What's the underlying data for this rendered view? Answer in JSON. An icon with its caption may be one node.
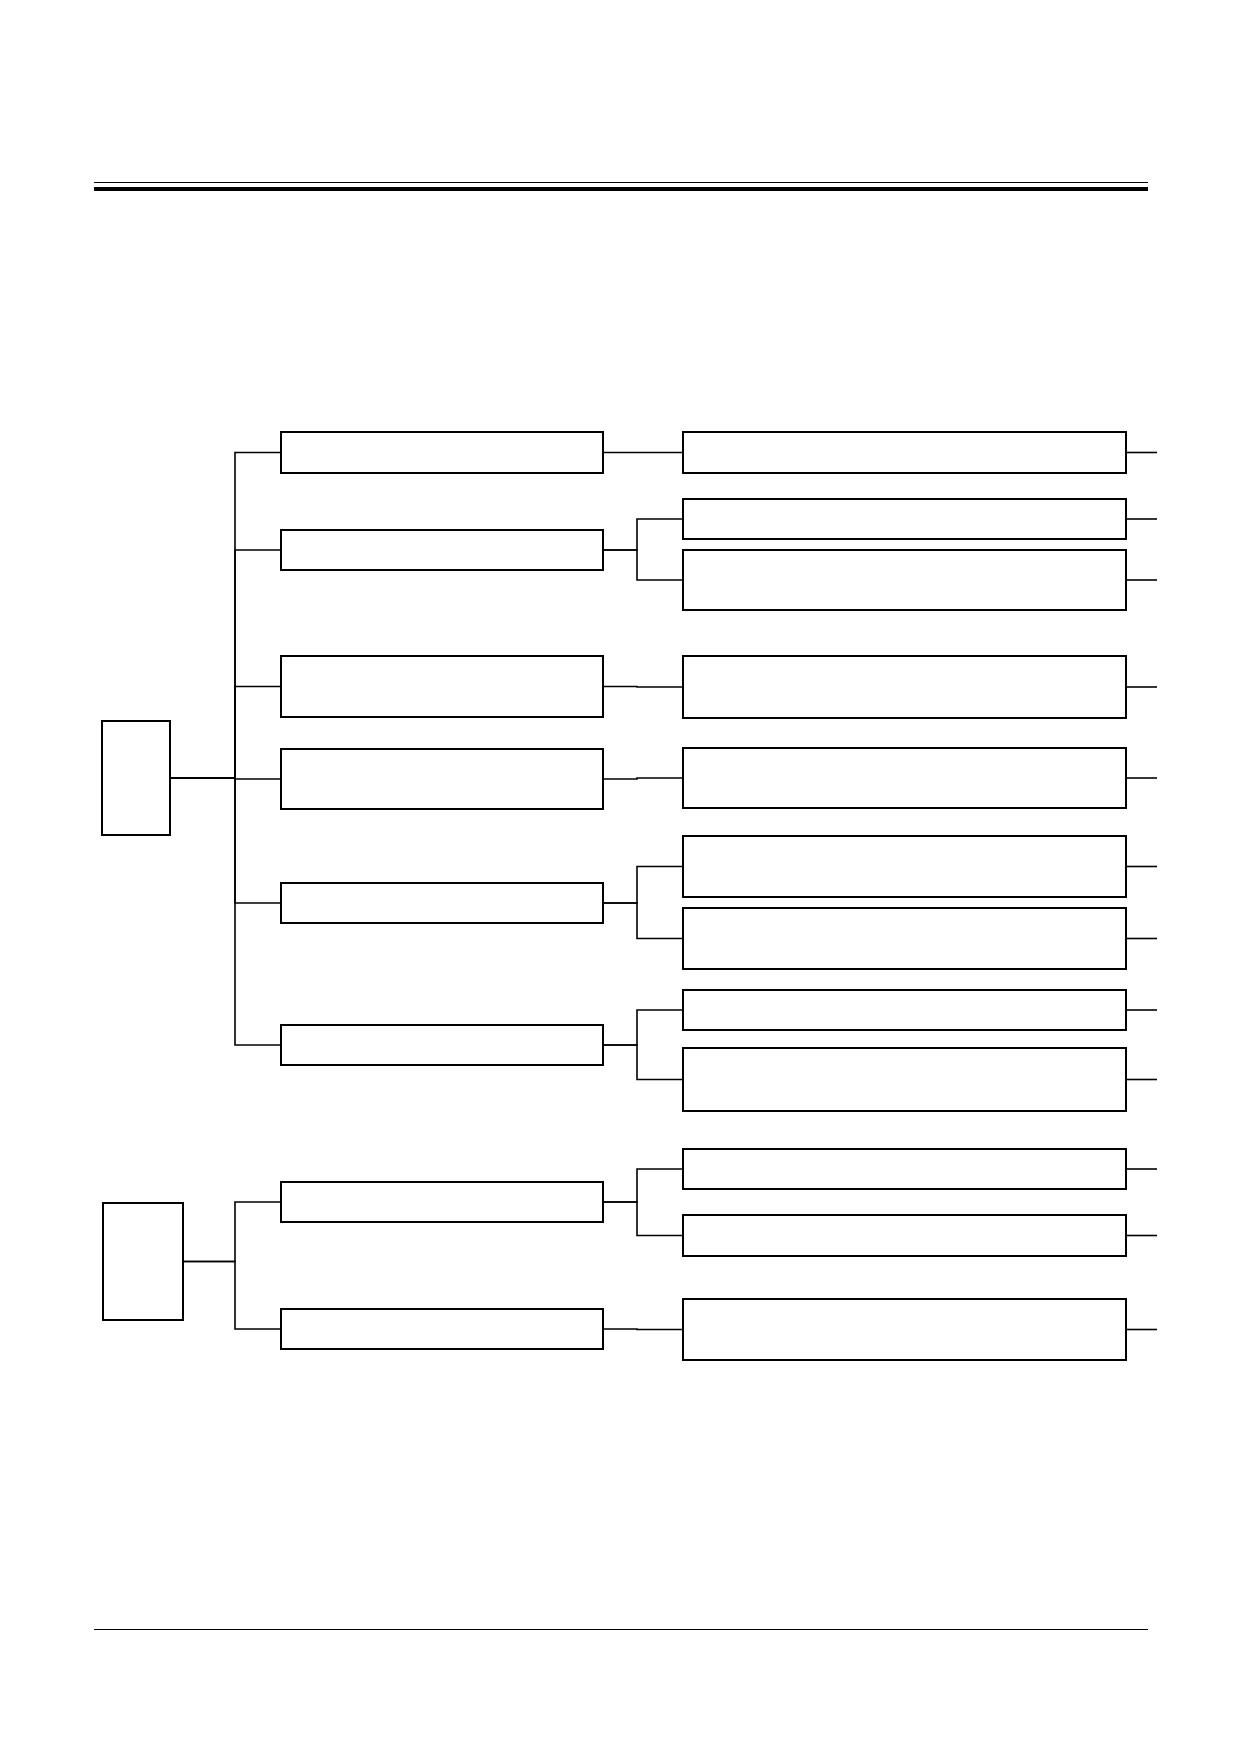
{
  "diagram": {
    "nodes": [
      {
        "text": [],
        "shape": "box"
      },
      {
        "text": [],
        "shape": "box"
      },
      {
        "text": [],
        "shape": "box"
      },
      {
        "text": [],
        "shape": "box"
      },
      {
        "text": [],
        "shape": "box"
      },
      {
        "text": [],
        "shape": "box"
      },
      {
        "text": [],
        "shape": "box"
      },
      {
        "text": [],
        "shape": "box"
      },
      {
        "text": [],
        "shape": "box"
      },
      {
        "text": [],
        "shape": "box"
      },
      {
        "text": [],
        "shape": "box"
      },
      {
        "text": [],
        "shape": "box"
      },
      {
        "text": [],
        "shape": "box"
      },
      {
        "text": [],
        "shape": "box"
      },
      {
        "text": [],
        "shape": "box"
      },
      {
        "text": [],
        "shape": "box"
      },
      {
        "text": [],
        "shape": "box"
      },
      {
        "text": [],
        "shape": "box"
      },
      {
        "text": [],
        "shape": "box"
      },
      {
        "text": [],
        "shape": "box"
      },
      {
        "text": [],
        "shape": "box"
      },
      {
        "text": [],
        "shape": "box"
      }
    ],
    "edges": [
      {
        "from": 0,
        "to": 1,
        "arrow": "none"
      },
      {
        "from": 0,
        "to": 3,
        "arrow": "none"
      },
      {
        "from": 0,
        "to": 6,
        "arrow": "none"
      },
      {
        "from": 0,
        "to": 8,
        "arrow": "none"
      },
      {
        "from": 0,
        "to": 10,
        "arrow": "none"
      },
      {
        "from": 0,
        "to": 13,
        "arrow": "none"
      },
      {
        "from": 1,
        "to": 2,
        "arrow": "none"
      },
      {
        "from": 3,
        "to": 4,
        "arrow": "none"
      },
      {
        "from": 3,
        "to": 5,
        "arrow": "none"
      },
      {
        "from": 6,
        "to": 7,
        "arrow": "none"
      },
      {
        "from": 8,
        "to": 9,
        "arrow": "none"
      },
      {
        "from": 10,
        "to": 11,
        "arrow": "none"
      },
      {
        "from": 10,
        "to": 12,
        "arrow": "none"
      },
      {
        "from": 13,
        "to": 14,
        "arrow": "none"
      },
      {
        "from": 13,
        "to": 15,
        "arrow": "none"
      },
      {
        "from": 16,
        "to": 17,
        "arrow": "none"
      },
      {
        "from": 16,
        "to": 20,
        "arrow": "none"
      },
      {
        "from": 17,
        "to": 18,
        "arrow": "none"
      },
      {
        "from": 17,
        "to": 19,
        "arrow": "none"
      },
      {
        "from": 20,
        "to": 21,
        "arrow": "none"
      },
      {
        "from": 2,
        "to": null,
        "arrow": "none"
      },
      {
        "from": 4,
        "to": null,
        "arrow": "none"
      },
      {
        "from": 5,
        "to": null,
        "arrow": "none"
      },
      {
        "from": 7,
        "to": null,
        "arrow": "none"
      },
      {
        "from": 9,
        "to": null,
        "arrow": "none"
      },
      {
        "from": 11,
        "to": null,
        "arrow": "none"
      },
      {
        "from": 12,
        "to": null,
        "arrow": "none"
      },
      {
        "from": 14,
        "to": null,
        "arrow": "none"
      },
      {
        "from": 15,
        "to": null,
        "arrow": "none"
      },
      {
        "from": 18,
        "to": null,
        "arrow": "none"
      },
      {
        "from": 19,
        "to": null,
        "arrow": "none"
      },
      {
        "from": 21,
        "to": null,
        "arrow": "none"
      }
    ]
  }
}
